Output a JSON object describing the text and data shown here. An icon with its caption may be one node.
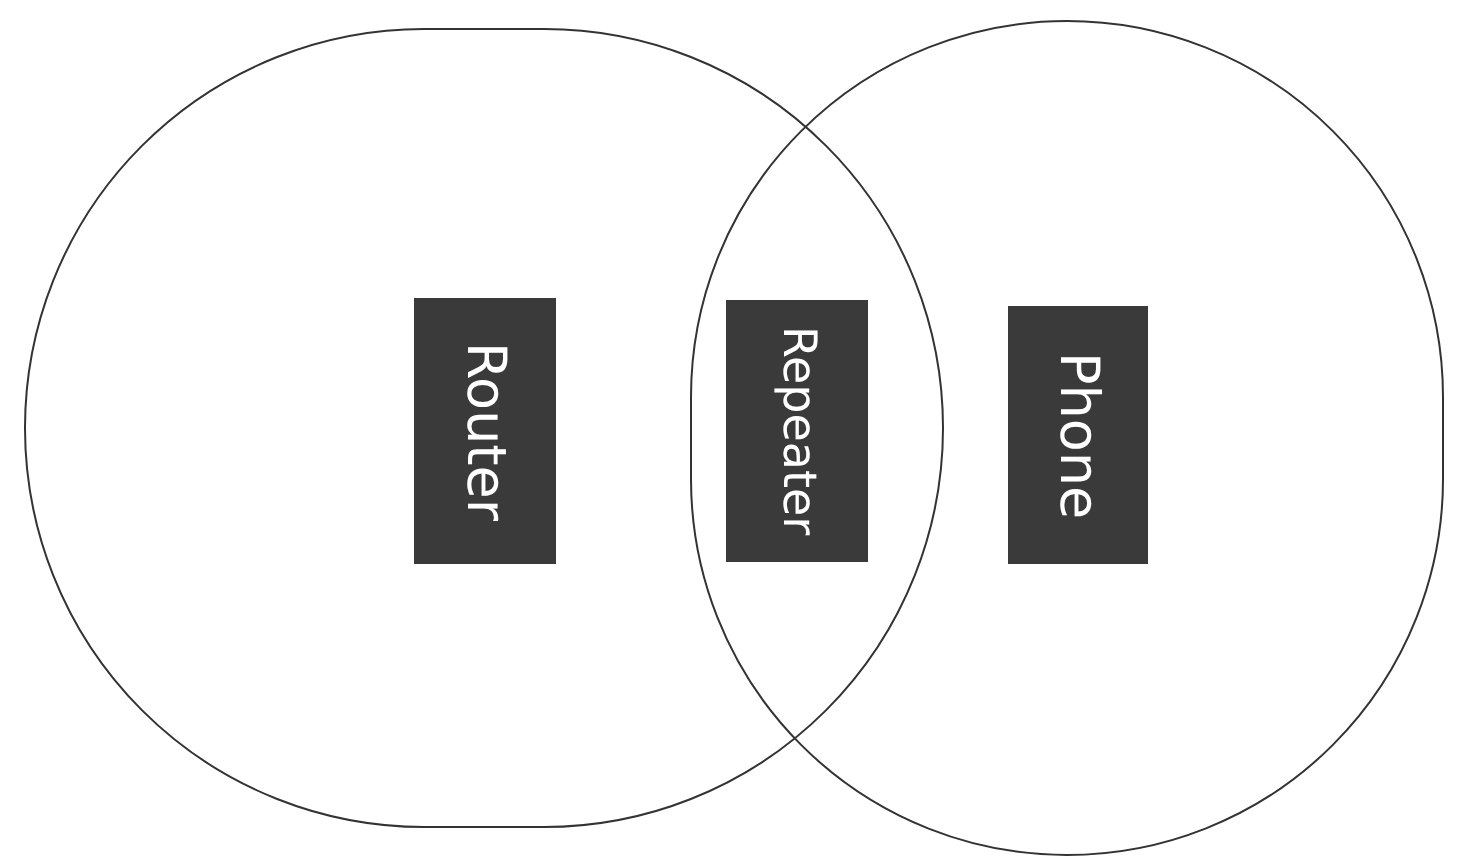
{
  "diagram": {
    "nodes": [
      {
        "text": [],
        "shape": "circle"
      },
      {
        "text": [
          "Router"
        ],
        "in": 0
      },
      {
        "text": [],
        "shape": "circle"
      },
      {
        "text": [
          "Repeater"
        ]
      },
      {
        "text": [
          "Phone"
        ],
        "in": 2
      }
    ]
  }
}
